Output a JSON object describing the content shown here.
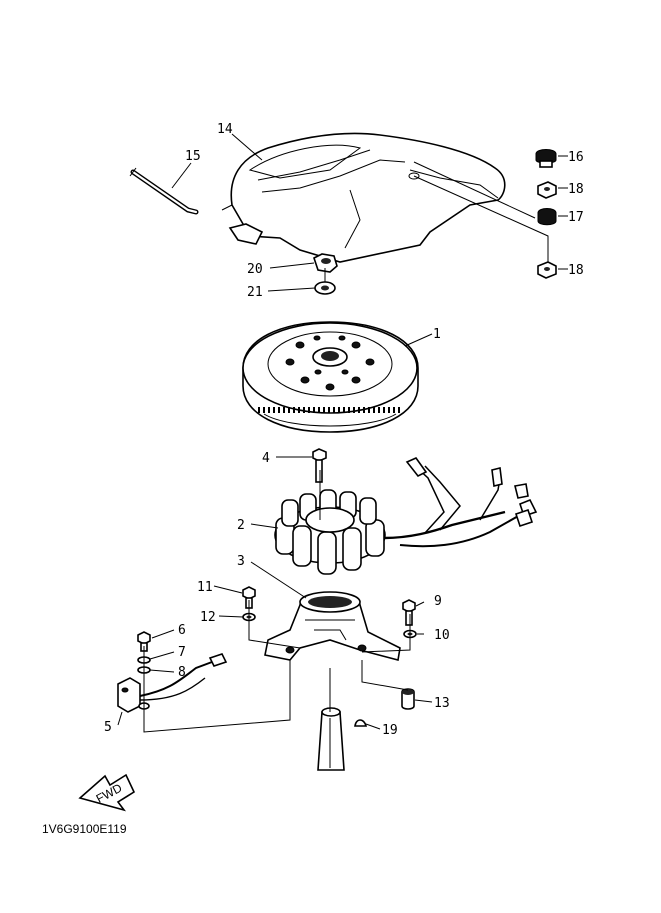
{
  "diagram": {
    "drawing_code": "1V6G9100E119",
    "fwd_label": "FWD",
    "callouts": [
      {
        "id": "c14",
        "text": "14"
      },
      {
        "id": "c15",
        "text": "15"
      },
      {
        "id": "c16",
        "text": "16"
      },
      {
        "id": "c18a",
        "text": "18"
      },
      {
        "id": "c17",
        "text": "17"
      },
      {
        "id": "c18b",
        "text": "18"
      },
      {
        "id": "c20",
        "text": "20"
      },
      {
        "id": "c21",
        "text": "21"
      },
      {
        "id": "c1",
        "text": "1"
      },
      {
        "id": "c4",
        "text": "4"
      },
      {
        "id": "c2",
        "text": "2"
      },
      {
        "id": "c3",
        "text": "3"
      },
      {
        "id": "c11",
        "text": "11"
      },
      {
        "id": "c12",
        "text": "12"
      },
      {
        "id": "c9",
        "text": "9"
      },
      {
        "id": "c10",
        "text": "10"
      },
      {
        "id": "c6",
        "text": "6"
      },
      {
        "id": "c7",
        "text": "7"
      },
      {
        "id": "c8",
        "text": "8"
      },
      {
        "id": "c5",
        "text": "5"
      },
      {
        "id": "c13",
        "text": "13"
      },
      {
        "id": "c19",
        "text": "19"
      }
    ]
  }
}
